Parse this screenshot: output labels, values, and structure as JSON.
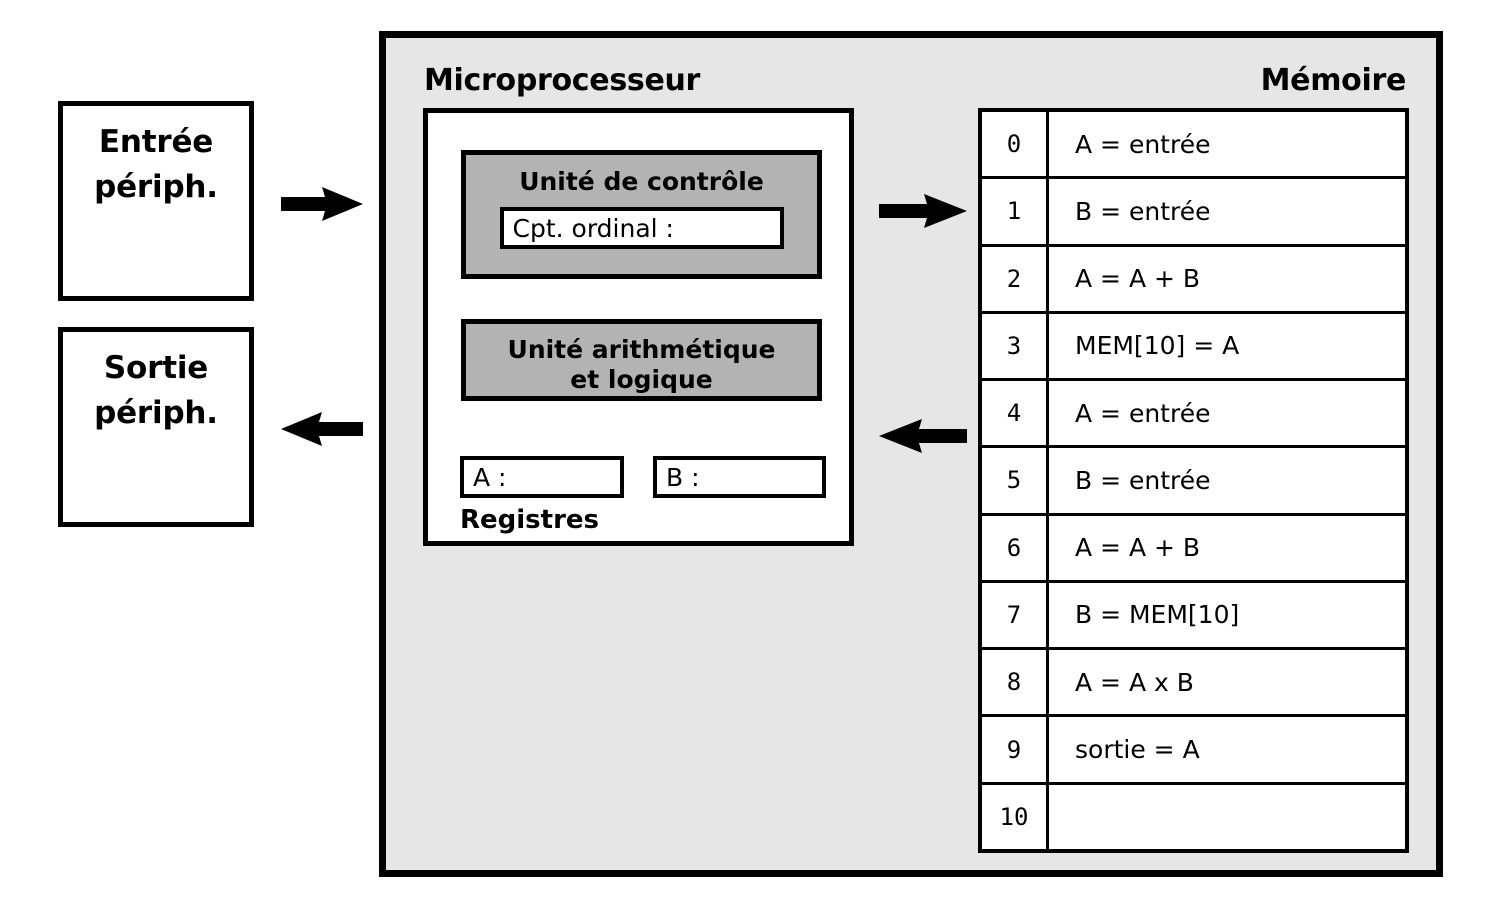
{
  "peripherals": [
    {
      "id": "input",
      "name": "entree-peripherique",
      "line1": "Entrée",
      "line2": "périph."
    },
    {
      "id": "output",
      "name": "sortie-peripherique",
      "line1": "Sortie",
      "line2": "périph."
    }
  ],
  "arrows": {
    "input_to_cpu": {
      "direction": "right",
      "label": ""
    },
    "cpu_to_output": {
      "direction": "left",
      "label": ""
    },
    "cpu_to_memory": {
      "direction": "right",
      "label": ""
    },
    "memory_to_cpu": {
      "direction": "left",
      "label": ""
    }
  },
  "cpu": {
    "title": "Microprocesseur",
    "control_unit": {
      "title": "Unité de contrôle",
      "counter_label": "Cpt. ordinal :",
      "counter_value": ""
    },
    "alu": {
      "title": "Unité arithmétique\net logique"
    },
    "registers": {
      "caption": "Registres",
      "items": [
        {
          "label": "A :",
          "value": ""
        },
        {
          "label": "B :",
          "value": ""
        }
      ]
    }
  },
  "memory": {
    "title": "Mémoire",
    "rows": [
      {
        "address": "0",
        "instruction": "A = entrée"
      },
      {
        "address": "1",
        "instruction": "B = entrée"
      },
      {
        "address": "2",
        "instruction": "A = A + B"
      },
      {
        "address": "3",
        "instruction": "MEM[10] = A"
      },
      {
        "address": "4",
        "instruction": "A = entrée"
      },
      {
        "address": "5",
        "instruction": "B = entrée"
      },
      {
        "address": "6",
        "instruction": "A = A + B"
      },
      {
        "address": "7",
        "instruction": "B = MEM[10]"
      },
      {
        "address": "8",
        "instruction": "A = A x B"
      },
      {
        "address": "9",
        "instruction": "sortie = A"
      },
      {
        "address": "10",
        "instruction": ""
      }
    ]
  },
  "colors": {
    "stroke": "#000000",
    "container_fill": "#e6e6e6",
    "unit_fill": "#b3b3b3",
    "box_fill": "#ffffff",
    "page_background": "#ffffff"
  }
}
